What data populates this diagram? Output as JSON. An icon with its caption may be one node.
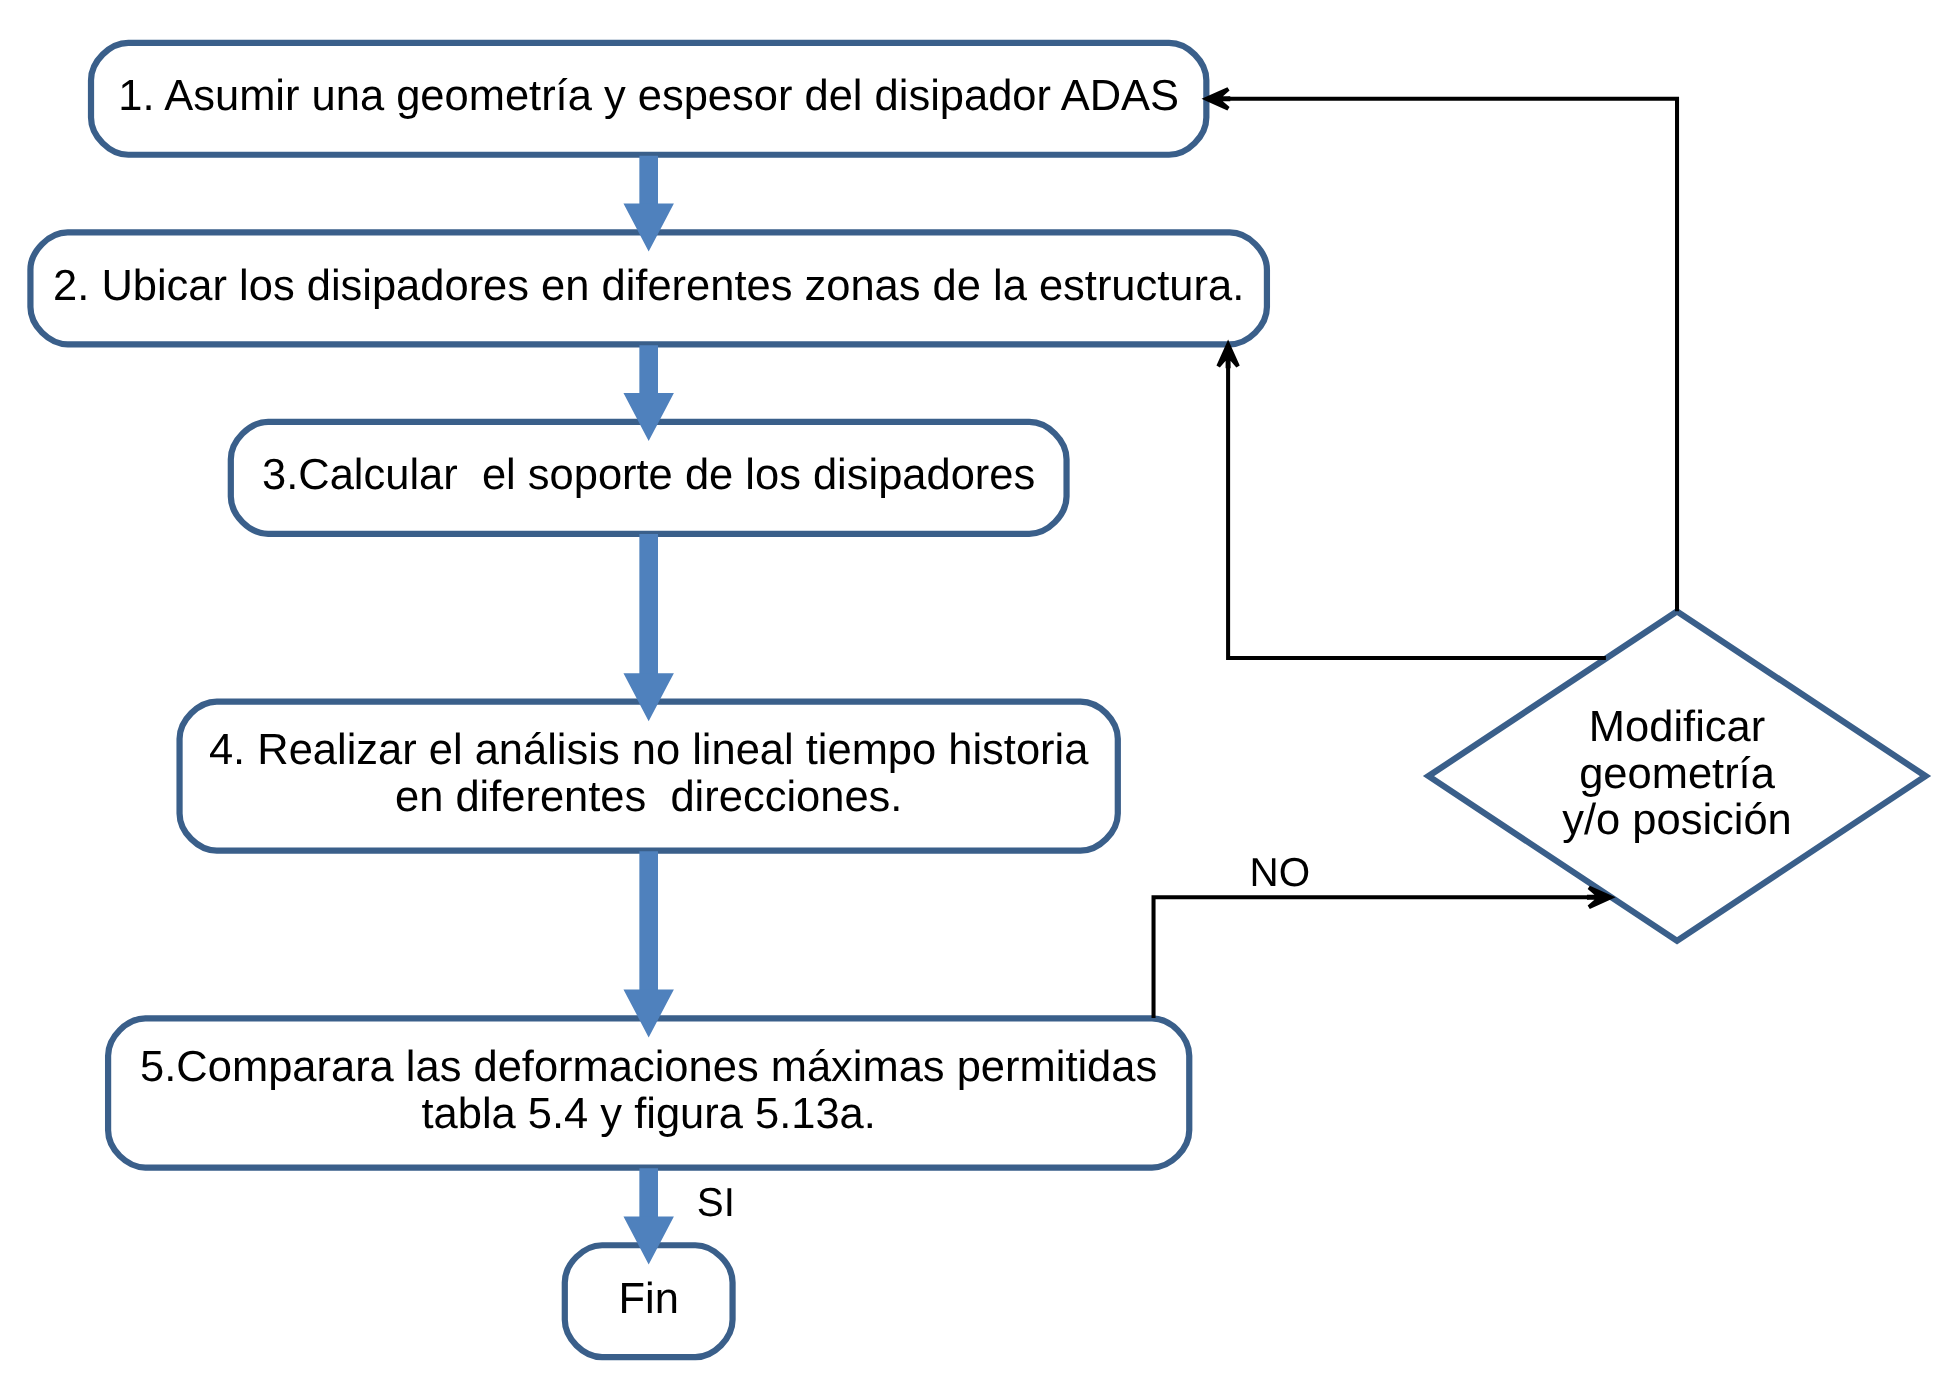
{
  "diagram": {
    "nodes": [
      {
        "text": [
          "1. Asumir una geometría y espesor del disipador ADAS"
        ]
      },
      {
        "text": [
          "2. Ubicar los disipadores en diferentes zonas de la estructura."
        ]
      },
      {
        "text": [
          "3.Calcular  el soporte de los disipadores"
        ]
      },
      {
        "text": [
          "4. Realizar el análisis no lineal tiempo historia en diferentes  direcciones."
        ]
      },
      {
        "text": [
          "5.Comparara las deformaciones máximas permitidas tabla 5.4 y figura 5.13a."
        ]
      },
      {
        "text": [
          "Fin"
        ]
      },
      {
        "text": [
          "Modificar geometría y/o posición"
        ]
      }
    ],
    "edges": [
      {
        "from": 0,
        "to": 1,
        "arrow": "to"
      },
      {
        "from": 1,
        "to": 2,
        "arrow": "to"
      },
      {
        "from": 2,
        "to": 3,
        "arrow": "to"
      },
      {
        "from": 3,
        "to": 4,
        "arrow": "to"
      },
      {
        "from": 4,
        "to": 5,
        "arrow": "to",
        "label": "SI"
      },
      {
        "from": 4,
        "to": 6,
        "arrow": "to",
        "label": "NO",
        "color": "#000000"
      },
      {
        "from": 6,
        "to": 0,
        "arrow": "to",
        "color": "#000000"
      },
      {
        "from": 6,
        "to": 1,
        "arrow": "to",
        "color": "#000000"
      }
    ]
  }
}
